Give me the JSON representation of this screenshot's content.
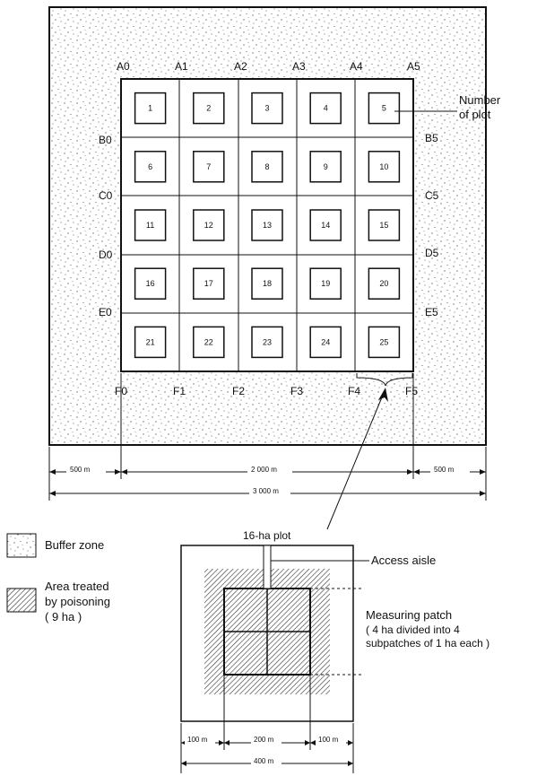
{
  "grid": {
    "top_labels": [
      "A0",
      "A1",
      "A2",
      "A3",
      "A4",
      "A5"
    ],
    "bottom_labels": [
      "F0",
      "F1",
      "F2",
      "F3",
      "F4",
      "F5"
    ],
    "left_labels": [
      "B0",
      "C0",
      "D0",
      "E0"
    ],
    "right_labels": [
      "B5",
      "C5",
      "D5",
      "E5"
    ],
    "plot_numbers": [
      "1",
      "2",
      "3",
      "4",
      "5",
      "6",
      "7",
      "8",
      "9",
      "10",
      "11",
      "12",
      "13",
      "14",
      "15",
      "16",
      "17",
      "18",
      "19",
      "20",
      "21",
      "22",
      "23",
      "24",
      "25"
    ],
    "callout_label_line1": "Number",
    "callout_label_line2": "of plot"
  },
  "dimensions": {
    "left_margin": "500 m",
    "center": "2 000 m",
    "right_margin": "500 m",
    "total": "3 000 m"
  },
  "legend": {
    "buffer_zone": "Buffer zone",
    "treated_line1": "Area treated",
    "treated_line2": "by poisoning",
    "treated_line3": "( 9 ha )"
  },
  "detail": {
    "plot_label": "16-ha plot",
    "access_aisle": "Access aisle",
    "measuring_line1": "Measuring patch",
    "measuring_line2": "( 4 ha divided into 4",
    "measuring_line3": "subpatches of 1 ha each )",
    "dim_left": "100 m",
    "dim_center": "200 m",
    "dim_right": "100 m",
    "dim_total": "400 m"
  }
}
